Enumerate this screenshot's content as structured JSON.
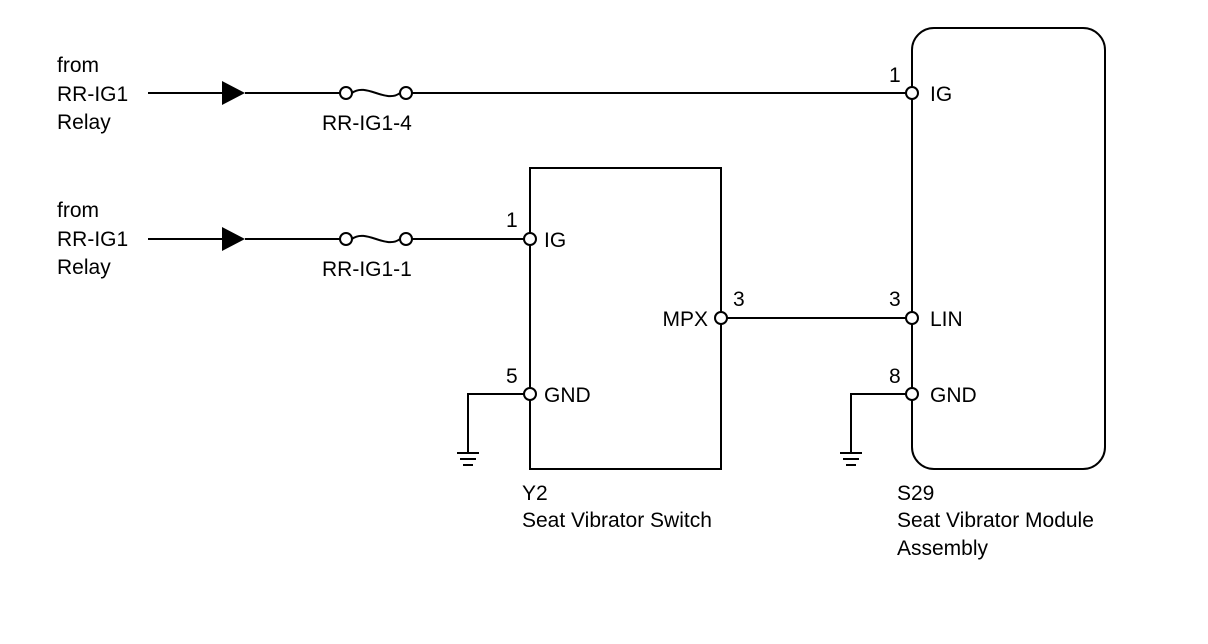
{
  "sources": [
    {
      "line1": "from",
      "line2": "RR-IG1",
      "line3": "Relay"
    },
    {
      "line1": "from",
      "line2": "RR-IG1",
      "line3": "Relay"
    }
  ],
  "fuses": [
    {
      "label": "RR-IG1-4"
    },
    {
      "label": "RR-IG1-1"
    }
  ],
  "switch": {
    "code": "Y2",
    "name": "Seat Vibrator Switch",
    "pins": {
      "ig": {
        "num": "1",
        "name": "IG"
      },
      "gnd": {
        "num": "5",
        "name": "GND"
      },
      "mpx": {
        "num": "3",
        "name": "MPX"
      }
    }
  },
  "module": {
    "code": "S29",
    "name_line1": "Seat Vibrator Module",
    "name_line2": "Assembly",
    "pins": {
      "ig": {
        "num": "1",
        "name": "IG"
      },
      "lin": {
        "num": "3",
        "name": "LIN"
      },
      "gnd": {
        "num": "8",
        "name": "GND"
      }
    }
  }
}
